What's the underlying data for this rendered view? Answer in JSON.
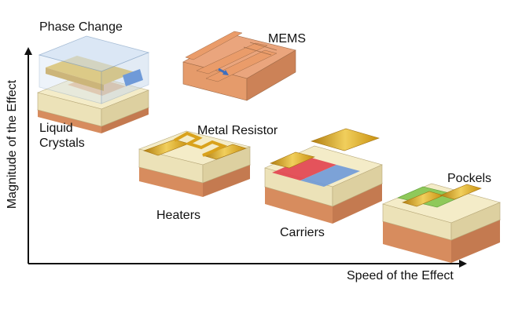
{
  "axes": {
    "x_label": "Speed of the Effect",
    "y_label": "Magnitude of the Effect"
  },
  "labels": {
    "phase_change": "Phase Change",
    "mems": "MEMS",
    "liquid_crystals_line1": "Liquid",
    "liquid_crystals_line2": "Crystals",
    "metal_resistor": "Metal Resistor",
    "heaters": "Heaters",
    "carriers": "Carriers",
    "pockels": "Pockels"
  },
  "colors": {
    "axis": "#111111",
    "substrate": "#e8a57a",
    "cladding": "#f3eccd",
    "gold": "#d9a21c",
    "blue": "#6f9ad8",
    "red": "#e2434f",
    "green": "#8fc95a",
    "glass": "#cfe0f2"
  },
  "icons": [
    "arrow-up-icon",
    "arrow-right-icon",
    "double-arrow-icon"
  ]
}
